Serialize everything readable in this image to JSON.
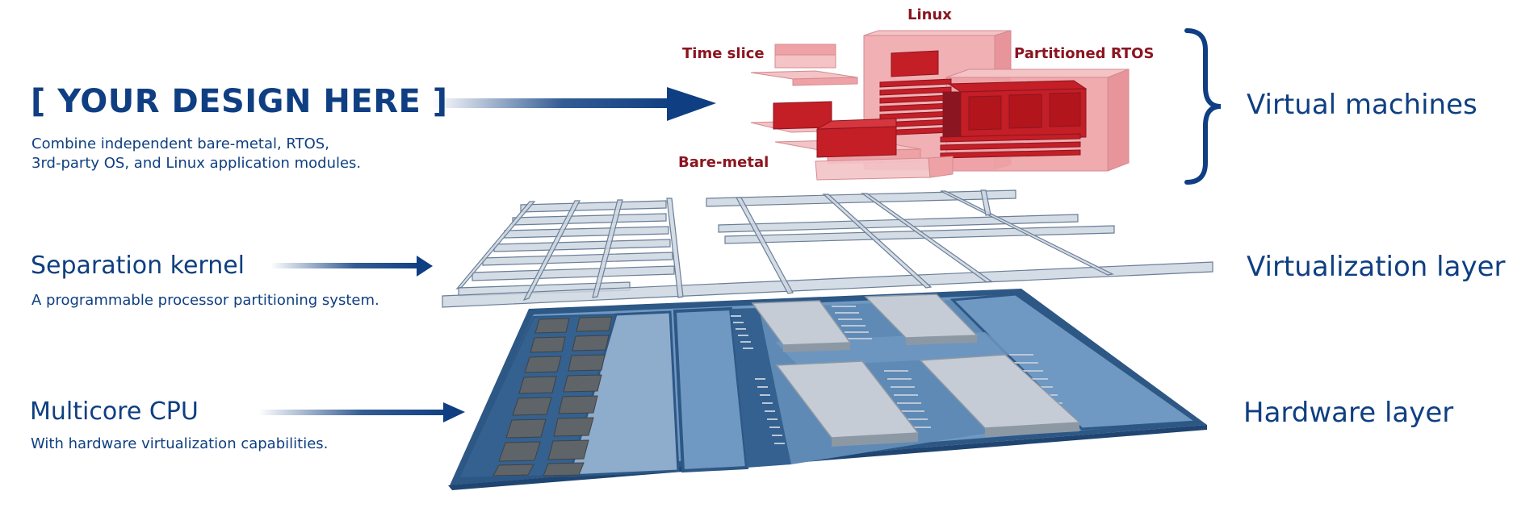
{
  "design": {
    "title": "[ YOUR DESIGN HERE ]",
    "description_lines": [
      "Combine independent bare-metal, RTOS,",
      "3rd-party OS, and Linux application modules."
    ]
  },
  "separation_kernel": {
    "title": "Separation kernel",
    "description": "A programmable processor partitioning system."
  },
  "multicore_cpu": {
    "title": "Multicore CPU",
    "description": "With hardware virtualization capabilities."
  },
  "layers": {
    "virtual_machines": "Virtual machines",
    "virtualization": "Virtualization layer",
    "hardware": "Hardware layer"
  },
  "vm_labels": {
    "linux": "Linux",
    "time_slice": "Time slice",
    "partitioned_rtos": "Partitioned RTOS",
    "bare_metal": "Bare-metal"
  },
  "colors": {
    "brand_blue": "#0f3f82",
    "vm_red": "#c41e26",
    "vm_pink": "#eea2a6",
    "label_red": "#8b1520",
    "grid_bar": "#cdd6e0",
    "chip_border": "#2d5785"
  }
}
